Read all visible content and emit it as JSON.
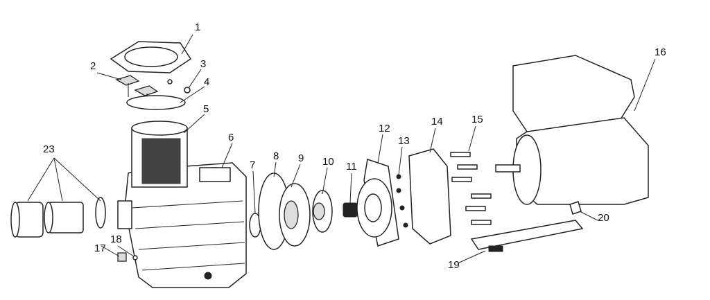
{
  "title": "Pump exploded parts diagram",
  "callouts": [
    "1",
    "2",
    "3",
    "4",
    "5",
    "6",
    "7",
    "8",
    "9",
    "10",
    "11",
    "12",
    "13",
    "14",
    "15",
    "16",
    "17",
    "18",
    "19",
    "20",
    "23"
  ]
}
